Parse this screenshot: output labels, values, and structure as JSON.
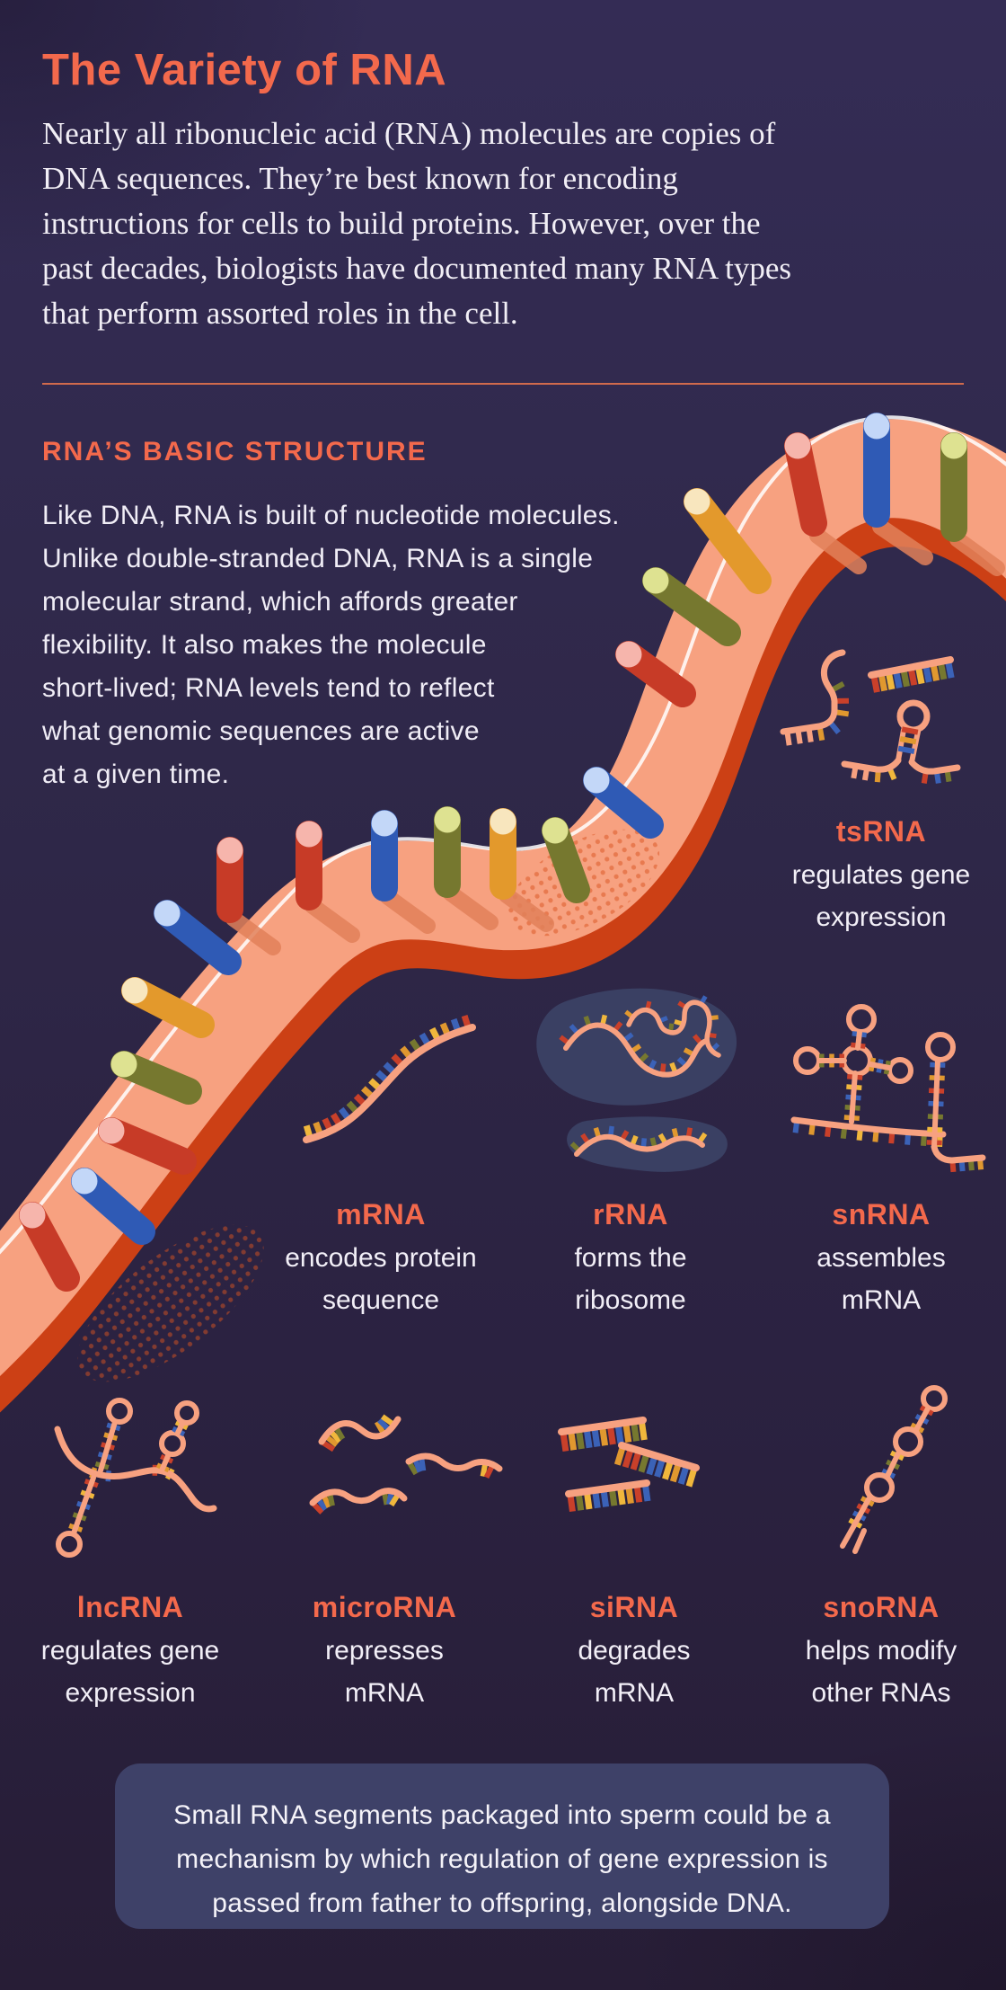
{
  "page": {
    "title": "The Variety of RNA",
    "intro_lines": [
      "Nearly all ribonucleic acid (RNA) molecules are copies of",
      "DNA sequences. They’re best known for encoding",
      "instructions for cells to build proteins. However, over the",
      "past decades, biologists have documented many RNA types",
      "that perform assorted roles in the cell."
    ]
  },
  "section": {
    "heading": "RNA’S BASIC STRUCTURE",
    "body_lines": [
      "Like DNA, RNA is built of nucleotide molecules.",
      "Unlike double-stranded DNA, RNA is a single",
      "molecular strand, which affords greater",
      "flexibility. It also makes the molecule",
      "short-lived; RNA levels tend to reflect",
      "what genomic sequences are active",
      "at a given time."
    ]
  },
  "rna_types": [
    {
      "name": "tsRNA",
      "desc_lines": [
        "regulates gene",
        "expression"
      ]
    },
    {
      "name": "mRNA",
      "desc_lines": [
        "encodes protein",
        "sequence"
      ]
    },
    {
      "name": "rRNA",
      "desc_lines": [
        "forms the",
        "ribosome"
      ]
    },
    {
      "name": "snRNA",
      "desc_lines": [
        "assembles",
        "mRNA"
      ]
    },
    {
      "name": "lncRNA",
      "desc_lines": [
        "regulates gene",
        "expression"
      ]
    },
    {
      "name": "microRNA",
      "desc_lines": [
        "represses",
        "mRNA"
      ]
    },
    {
      "name": "siRNA",
      "desc_lines": [
        "degrades",
        "mRNA"
      ]
    },
    {
      "name": "snoRNA",
      "desc_lines": [
        "helps modify",
        "other RNAs"
      ]
    }
  ],
  "footnote": {
    "lines": [
      "Small RNA segments packaged into sperm could be a",
      "mechanism by which regulation of gene expression is",
      "passed from father to offspring, alongside DNA."
    ]
  },
  "colors": {
    "accent": "#F3694C",
    "background_top": "#342C55",
    "background_bottom": "#271D36",
    "ribbon": "#F7A180",
    "ribbon_edge": "#CC4015",
    "ribbon_halftone": "#D9531F",
    "callout_bg": "#3E4168",
    "strand": "#F7A180",
    "ribosome_blob": "#3A4063",
    "nucleotide_red": "#C9402A",
    "nucleotide_amber": "#E0982F",
    "nucleotide_yellow": "#F0B73C",
    "nucleotide_blue": "#3B62B7",
    "nucleotide_olive": "#76782F",
    "peg_pink_cap": "#F6B5AC",
    "peg_blue_cap": "#C3D7F8",
    "peg_olive_cap": "#DEE291",
    "peg_amber_cap": "#F8E6BE"
  }
}
